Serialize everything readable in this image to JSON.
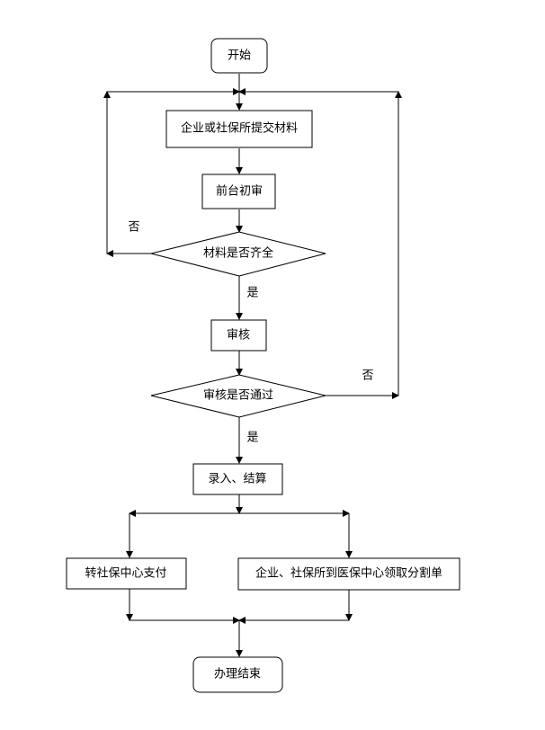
{
  "nodes": {
    "start": "开始",
    "submit": "企业或社保所提交材料",
    "front_review": "前台初审",
    "check_complete": "材料是否齐全",
    "audit": "审核",
    "check_pass": "审核是否通过",
    "entry_settle": "录入、结算",
    "transfer_pay": "转社保中心支付",
    "collect_slip": "企业、社保所到医保中心领取分割单",
    "end": "办理结束"
  },
  "labels": {
    "complete_no": "否",
    "complete_yes": "是",
    "pass_no": "否",
    "pass_yes": "是"
  },
  "colors": {
    "line": "#000000",
    "fill": "#ffffff"
  }
}
